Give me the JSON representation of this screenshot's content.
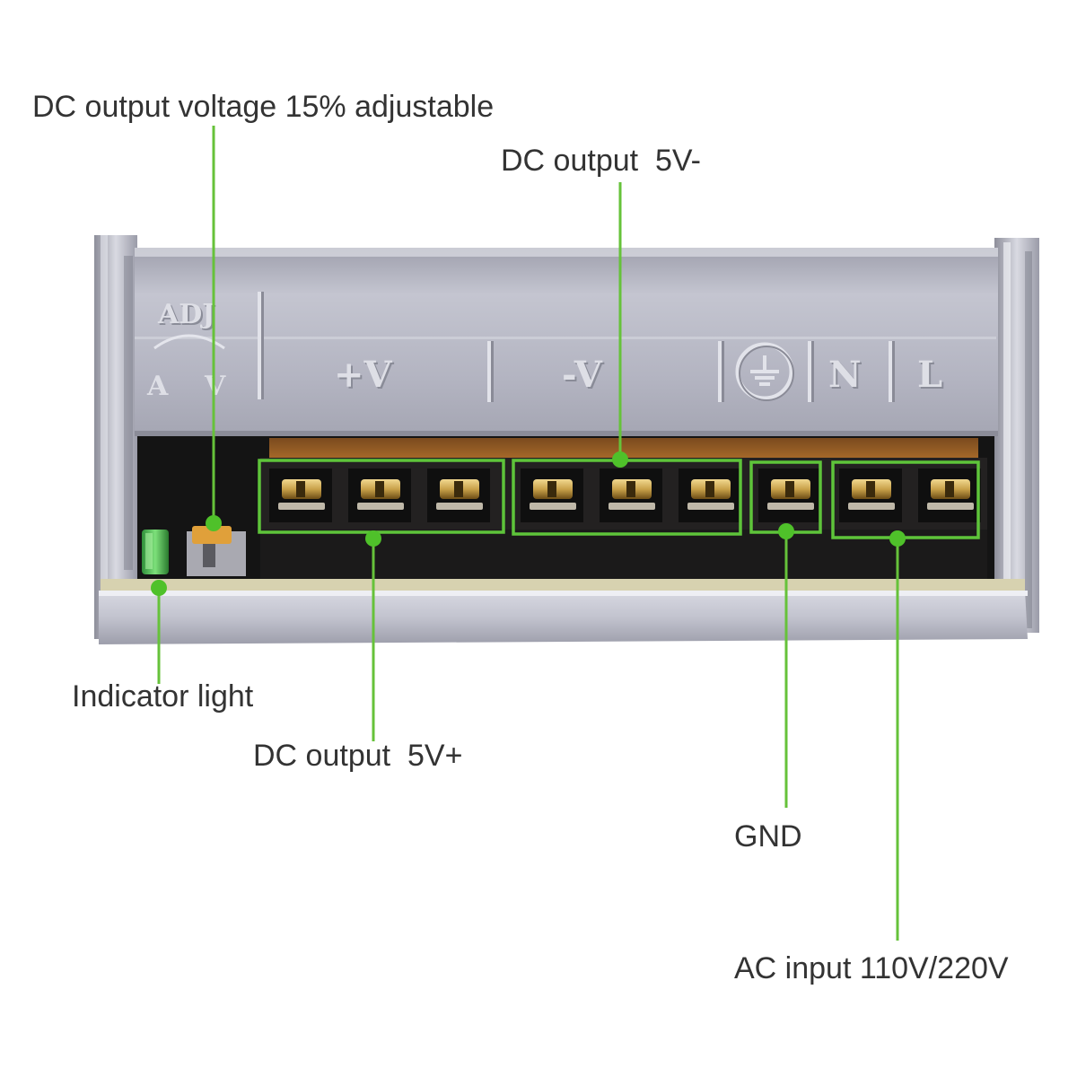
{
  "labels": {
    "adjust": "DC output voltage 15% adjustable",
    "minus": "DC output  5V-",
    "indicator": "Indicator light",
    "plus": "DC output  5V+",
    "gnd": "GND",
    "ac": "AC input 110V/220V"
  },
  "panel": {
    "adj": "ADJ",
    "a": "A",
    "v": "V",
    "vplus": "+V",
    "vminus": "-V",
    "n": "N",
    "l": "L"
  },
  "colors": {
    "callout": "#66c23a",
    "dot": "#4fc12a",
    "metal": "#b9bac6",
    "terminal_block": "#232121",
    "screw": "#c9a24a"
  },
  "terminal_groups": [
    {
      "name": "dc-plus",
      "count": 3
    },
    {
      "name": "dc-minus",
      "count": 3
    },
    {
      "name": "ground",
      "count": 1
    },
    {
      "name": "ac-input",
      "count": 2
    }
  ]
}
